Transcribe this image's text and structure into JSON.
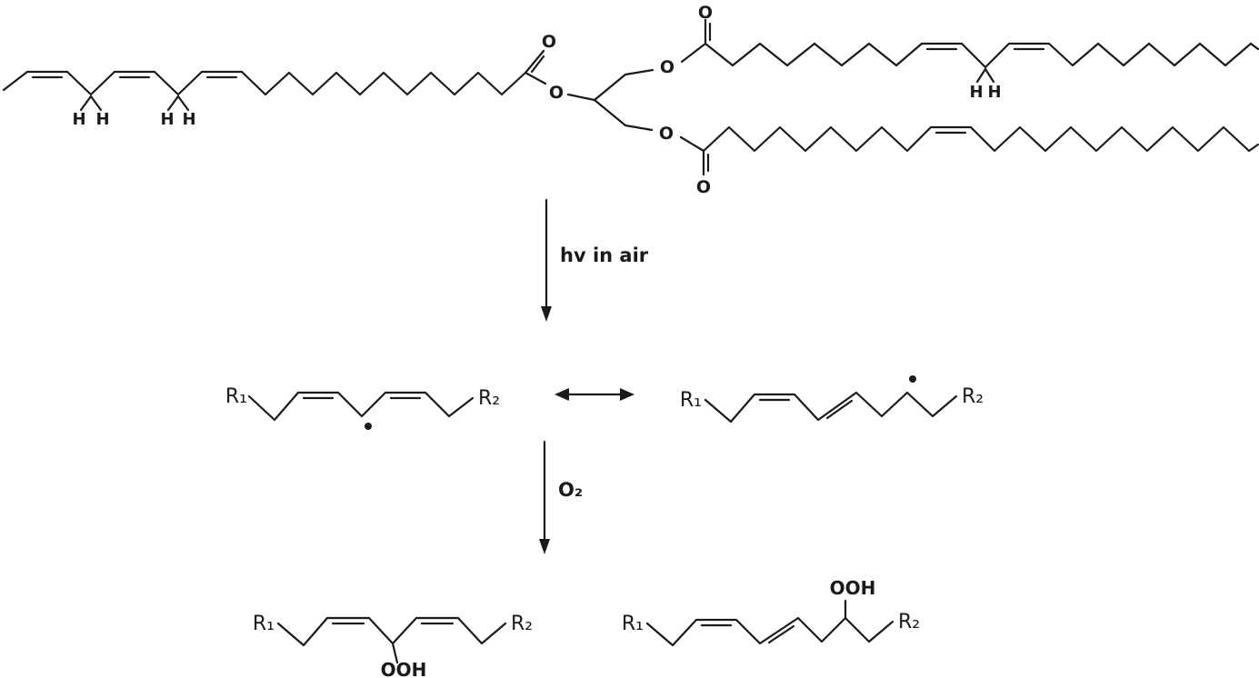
{
  "scheme": {
    "colors": {
      "line": "#1a1a1a",
      "background": "#ffffff"
    },
    "labels": {
      "ester_oxygen": "O",
      "carbonyl_oxygen": "O",
      "allylic_hydrogen": "H",
      "r1": "R₁",
      "r2": "R₂",
      "hydroperoxide": "OOH",
      "step1_condition": "hv in air",
      "step2_reagent": "O₂"
    }
  }
}
